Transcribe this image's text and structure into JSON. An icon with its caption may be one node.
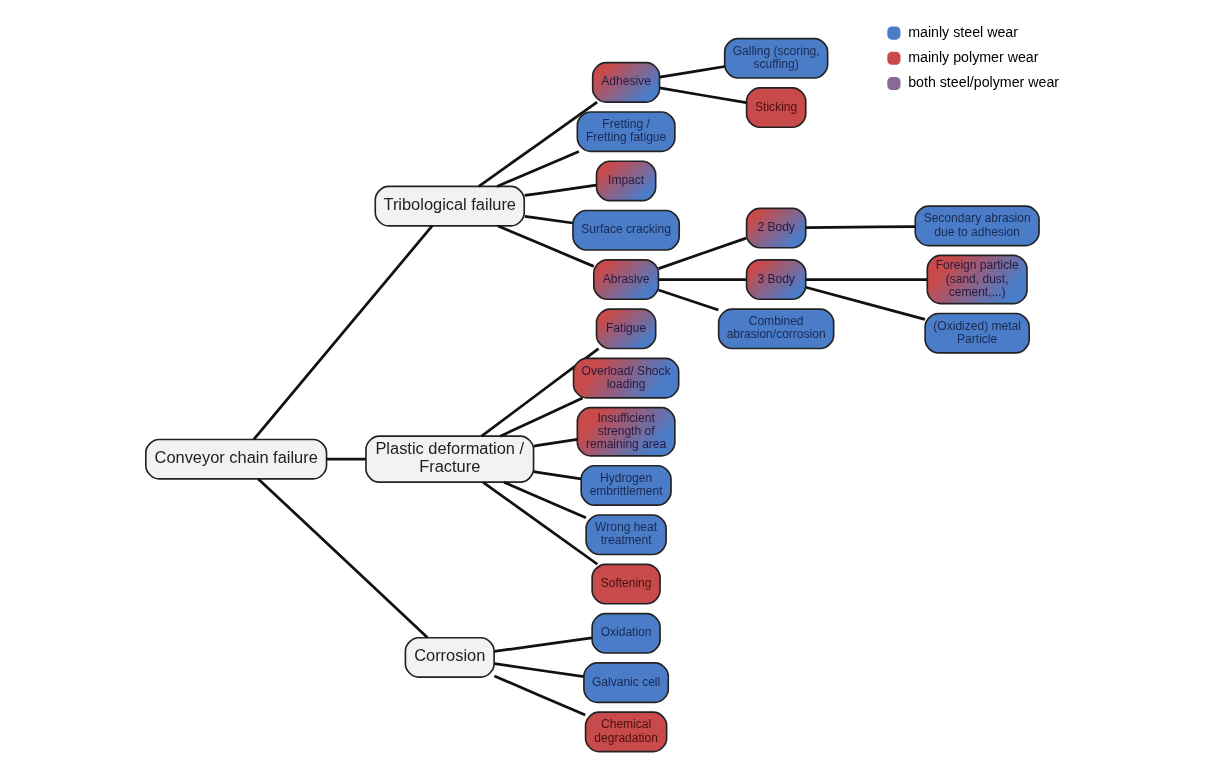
{
  "diagram": {
    "nodes": [
      {
        "text": [
          "Conveyor chain failure"
        ]
      },
      {
        "text": [
          "Tribological failure"
        ]
      },
      {
        "text": [
          "Adhesive"
        ]
      },
      {
        "text": [
          "Galling (scoring, scuffing)"
        ]
      },
      {
        "text": [
          "Sticking"
        ]
      },
      {
        "text": [
          "Fretting / Fretting fatigue"
        ]
      },
      {
        "text": [
          "Impact"
        ]
      },
      {
        "text": [
          "Surface cracking"
        ]
      },
      {
        "text": [
          "Abrasive"
        ]
      },
      {
        "text": [
          "2 Body"
        ]
      },
      {
        "text": [
          "Secondary abrasion due to adhesion"
        ]
      },
      {
        "text": [
          "3 Body"
        ]
      },
      {
        "text": [
          "Foreign particle (sand, dust, cement,...)"
        ]
      },
      {
        "text": [
          "(Oxidized) metal Particle"
        ]
      },
      {
        "text": [
          "Combined abrasion/corrosion"
        ]
      },
      {
        "text": [
          "Plastic deformation / Fracture"
        ]
      },
      {
        "text": [
          "Fatigue"
        ]
      },
      {
        "text": [
          "Overload/ Shock loading"
        ]
      },
      {
        "text": [
          "Insufficient strength of remaining area"
        ]
      },
      {
        "text": [
          "Hydrogen embrittlement"
        ]
      },
      {
        "text": [
          "Wrong heat treatment"
        ]
      },
      {
        "text": [
          "Softening"
        ]
      },
      {
        "text": [
          "Corrosion"
        ]
      },
      {
        "text": [
          "Oxidation"
        ]
      },
      {
        "text": [
          "Galvanic cell"
        ]
      },
      {
        "text": [
          "Chemical degradation"
        ]
      }
    ],
    "edges": [
      {
        "from": 0,
        "to": 1,
        "arrow": "none"
      },
      {
        "from": 0,
        "to": 15,
        "arrow": "none"
      },
      {
        "from": 0,
        "to": 22,
        "arrow": "none"
      },
      {
        "from": 1,
        "to": 2,
        "arrow": "none"
      },
      {
        "from": 1,
        "to": 5,
        "arrow": "none"
      },
      {
        "from": 1,
        "to": 6,
        "arrow": "none"
      },
      {
        "from": 1,
        "to": 7,
        "arrow": "none"
      },
      {
        "from": 1,
        "to": 8,
        "arrow": "none"
      },
      {
        "from": 2,
        "to": 3,
        "arrow": "none"
      },
      {
        "from": 2,
        "to": 4,
        "arrow": "none"
      },
      {
        "from": 8,
        "to": 9,
        "arrow": "none"
      },
      {
        "from": 8,
        "to": 11,
        "arrow": "none"
      },
      {
        "from": 8,
        "to": 14,
        "arrow": "none"
      },
      {
        "from": 9,
        "to": 10,
        "arrow": "none"
      },
      {
        "from": 11,
        "to": 12,
        "arrow": "none"
      },
      {
        "from": 11,
        "to": 13,
        "arrow": "none"
      },
      {
        "from": 15,
        "to": 16,
        "arrow": "none"
      },
      {
        "from": 15,
        "to": 17,
        "arrow": "none"
      },
      {
        "from": 15,
        "to": 18,
        "arrow": "none"
      },
      {
        "from": 15,
        "to": 19,
        "arrow": "none"
      },
      {
        "from": 15,
        "to": 20,
        "arrow": "none"
      },
      {
        "from": 15,
        "to": 21,
        "arrow": "none"
      },
      {
        "from": 22,
        "to": 23,
        "arrow": "none"
      },
      {
        "from": 22,
        "to": 24,
        "arrow": "none"
      },
      {
        "from": 22,
        "to": 25,
        "arrow": "none"
      }
    ],
    "legend": [
      {
        "text": "mainly steel wear",
        "color": "#4a7cc7"
      },
      {
        "text": "mainly polymer wear",
        "color": "#c94a4a"
      },
      {
        "text": "both steel/polymer wear",
        "color": "#8a6a94"
      }
    ]
  }
}
